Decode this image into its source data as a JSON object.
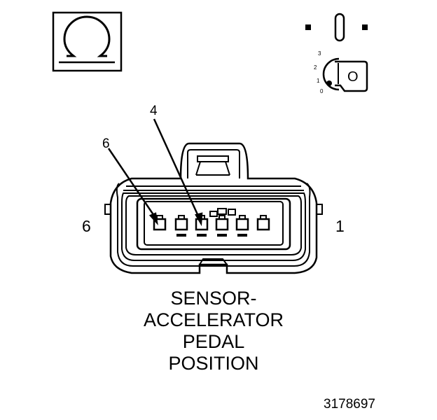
{
  "icons": {
    "ohm": "ohm-symbol-icon",
    "ignition": "ignition-key-icon"
  },
  "ignition": {
    "positions": [
      "3",
      "2",
      "1",
      "0"
    ],
    "key_label": "O"
  },
  "callouts": {
    "pin6": "6",
    "pin4": "4"
  },
  "side_labels": {
    "left": "6",
    "right": "1"
  },
  "caption": {
    "line1": "SENSOR-",
    "line2": "ACCELERATOR",
    "line3": "PEDAL",
    "line4": "POSITION"
  },
  "figure_number": "3178697"
}
